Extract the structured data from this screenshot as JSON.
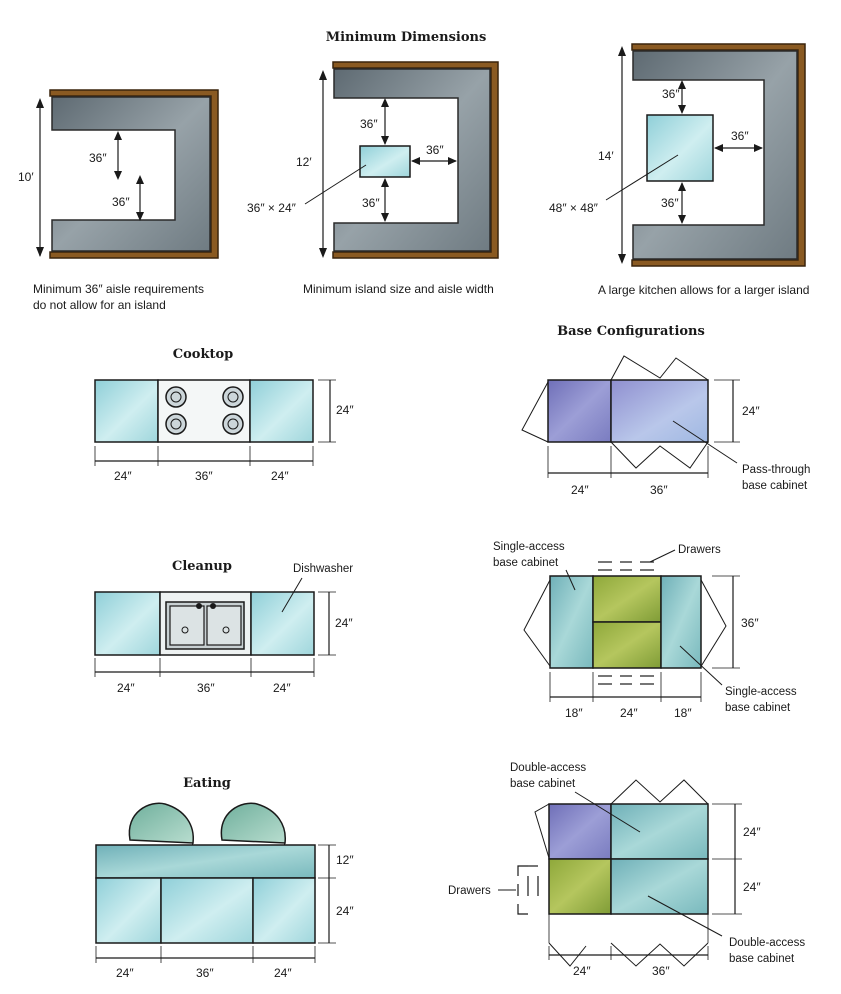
{
  "titles": {
    "minimum_dimensions": "Minimum Dimensions",
    "base_configurations": "Base Configurations",
    "cooktop": "Cooktop",
    "cleanup": "Cleanup",
    "eating": "Eating"
  },
  "kitchens": [
    {
      "height": "10′",
      "dims": [
        "36″",
        "36″"
      ],
      "caption": [
        "Minimum 36″ aisle requirements",
        "do not allow for an island"
      ]
    },
    {
      "height": "12′",
      "dims": [
        "36″",
        "36″",
        "36″"
      ],
      "island": "36″ × 24″",
      "caption": [
        "Minimum island size and aisle width"
      ]
    },
    {
      "height": "14′",
      "dims": [
        "36″",
        "36″",
        "36″"
      ],
      "island": "48″ × 48″",
      "caption": [
        "A large kitchen allows for a larger island"
      ]
    }
  ],
  "cooktop": {
    "depth": "24″",
    "widths": [
      "24″",
      "36″",
      "24″"
    ]
  },
  "cleanup": {
    "depth": "24″",
    "widths": [
      "24″",
      "36″",
      "24″"
    ],
    "label": "Dishwasher"
  },
  "eating": {
    "depths": [
      "12″",
      "24″"
    ],
    "widths": [
      "24″",
      "36″",
      "24″"
    ]
  },
  "pass_through": {
    "depth": "24″",
    "widths": [
      "24″",
      "36″"
    ],
    "label": [
      "Pass-through",
      "base cabinet"
    ]
  },
  "single_access": {
    "depth": "36″",
    "widths": [
      "18″",
      "24″",
      "18″"
    ],
    "label_top": [
      "Single-access",
      "base cabinet"
    ],
    "label_drawers": "Drawers",
    "label_right": [
      "Single-access",
      "base cabinet"
    ]
  },
  "double_access": {
    "depths": [
      "24″",
      "24″"
    ],
    "widths": [
      "24″",
      "36″"
    ],
    "label_top": [
      "Double-access",
      "base cabinet"
    ],
    "label_drawers": "Drawers",
    "label_bottom": [
      "Double-access",
      "base cabinet"
    ]
  }
}
